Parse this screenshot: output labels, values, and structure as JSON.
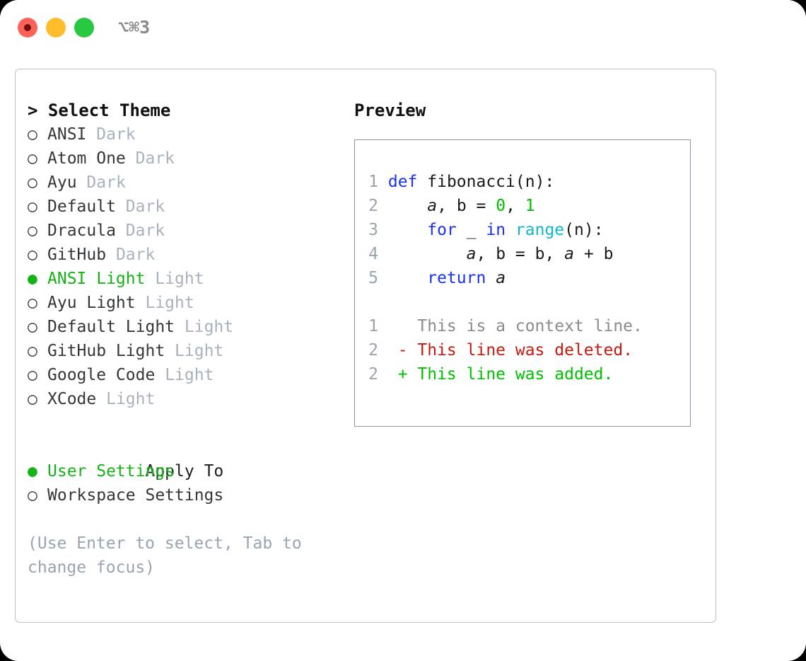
{
  "titlebar": {
    "shortcut": "⌥⌘3",
    "buttons": [
      {
        "name": "close",
        "color": "#ff6058"
      },
      {
        "name": "minimize",
        "color": "#ffbd2e"
      },
      {
        "name": "maximize",
        "color": "#28c840"
      }
    ]
  },
  "theme_list": {
    "header": "> Select Theme",
    "marker_selected": "●",
    "marker_unselected": "○",
    "items": [
      {
        "name": "ANSI",
        "variant": "Dark",
        "selected": false
      },
      {
        "name": "Atom One",
        "variant": "Dark",
        "selected": false
      },
      {
        "name": "Ayu",
        "variant": "Dark",
        "selected": false
      },
      {
        "name": "Default",
        "variant": "Dark",
        "selected": false
      },
      {
        "name": "Dracula",
        "variant": "Dark",
        "selected": false
      },
      {
        "name": "GitHub",
        "variant": "Dark",
        "selected": false
      },
      {
        "name": "ANSI Light",
        "variant": "Light",
        "selected": true
      },
      {
        "name": "Ayu Light",
        "variant": "Light",
        "selected": false
      },
      {
        "name": "Default Light",
        "variant": "Light",
        "selected": false
      },
      {
        "name": "GitHub Light",
        "variant": "Light",
        "selected": false
      },
      {
        "name": "Google Code",
        "variant": "Light",
        "selected": false
      },
      {
        "name": "XCode",
        "variant": "Light",
        "selected": false
      }
    ]
  },
  "apply_to": {
    "label": "Apply To",
    "options": [
      {
        "label": "User Settings",
        "selected": true
      },
      {
        "label": "Workspace Settings",
        "selected": false
      }
    ]
  },
  "hint": "(Use Enter to select, Tab to change focus)",
  "preview": {
    "title": "Preview",
    "code_lines": [
      {
        "lno": "1",
        "tokens": [
          {
            "t": "def ",
            "k": "kw"
          },
          {
            "t": "fibonacci(n):",
            "k": "plain"
          }
        ]
      },
      {
        "lno": "2",
        "tokens": [
          {
            "t": "    ",
            "k": "plain"
          },
          {
            "t": "a",
            "k": "var"
          },
          {
            "t": ", ",
            "k": "plain"
          },
          {
            "t": "b",
            "k": "plain"
          },
          {
            "t": " = ",
            "k": "plain"
          },
          {
            "t": "0",
            "k": "num"
          },
          {
            "t": ", ",
            "k": "plain"
          },
          {
            "t": "1",
            "k": "num"
          }
        ]
      },
      {
        "lno": "3",
        "tokens": [
          {
            "t": "    ",
            "k": "plain"
          },
          {
            "t": "for",
            "k": "kw"
          },
          {
            "t": " _ ",
            "k": "plain"
          },
          {
            "t": "in",
            "k": "kw"
          },
          {
            "t": " ",
            "k": "plain"
          },
          {
            "t": "range",
            "k": "fn"
          },
          {
            "t": "(n):",
            "k": "plain"
          }
        ]
      },
      {
        "lno": "4",
        "tokens": [
          {
            "t": "        ",
            "k": "plain"
          },
          {
            "t": "a",
            "k": "var"
          },
          {
            "t": ", ",
            "k": "plain"
          },
          {
            "t": "b",
            "k": "plain"
          },
          {
            "t": " = ",
            "k": "plain"
          },
          {
            "t": "b",
            "k": "plain"
          },
          {
            "t": ", ",
            "k": "plain"
          },
          {
            "t": "a",
            "k": "var"
          },
          {
            "t": " + ",
            "k": "plain"
          },
          {
            "t": "b",
            "k": "plain"
          }
        ]
      },
      {
        "lno": "5",
        "tokens": [
          {
            "t": "    ",
            "k": "plain"
          },
          {
            "t": "return",
            "k": "kw"
          },
          {
            "t": " ",
            "k": "plain"
          },
          {
            "t": "a",
            "k": "var"
          }
        ]
      }
    ],
    "diff_lines": [
      {
        "lno": "1",
        "sign": " ",
        "text": " This is a context line.",
        "kind": "ctx"
      },
      {
        "lno": "2",
        "sign": "-",
        "text": " This line was deleted.",
        "kind": "del"
      },
      {
        "lno": "2",
        "sign": "+",
        "text": " This line was added.",
        "kind": "add"
      }
    ]
  },
  "colors": {
    "accent_green": "#15b315",
    "keyword_blue": "#1a31f0",
    "function_cyan": "#0fb8c9",
    "number_green": "#00c000",
    "diff_delete_red": "#c41a10",
    "diff_add_green": "#00c000",
    "muted": "#a9b1bd",
    "border": "#b9c0ca"
  }
}
